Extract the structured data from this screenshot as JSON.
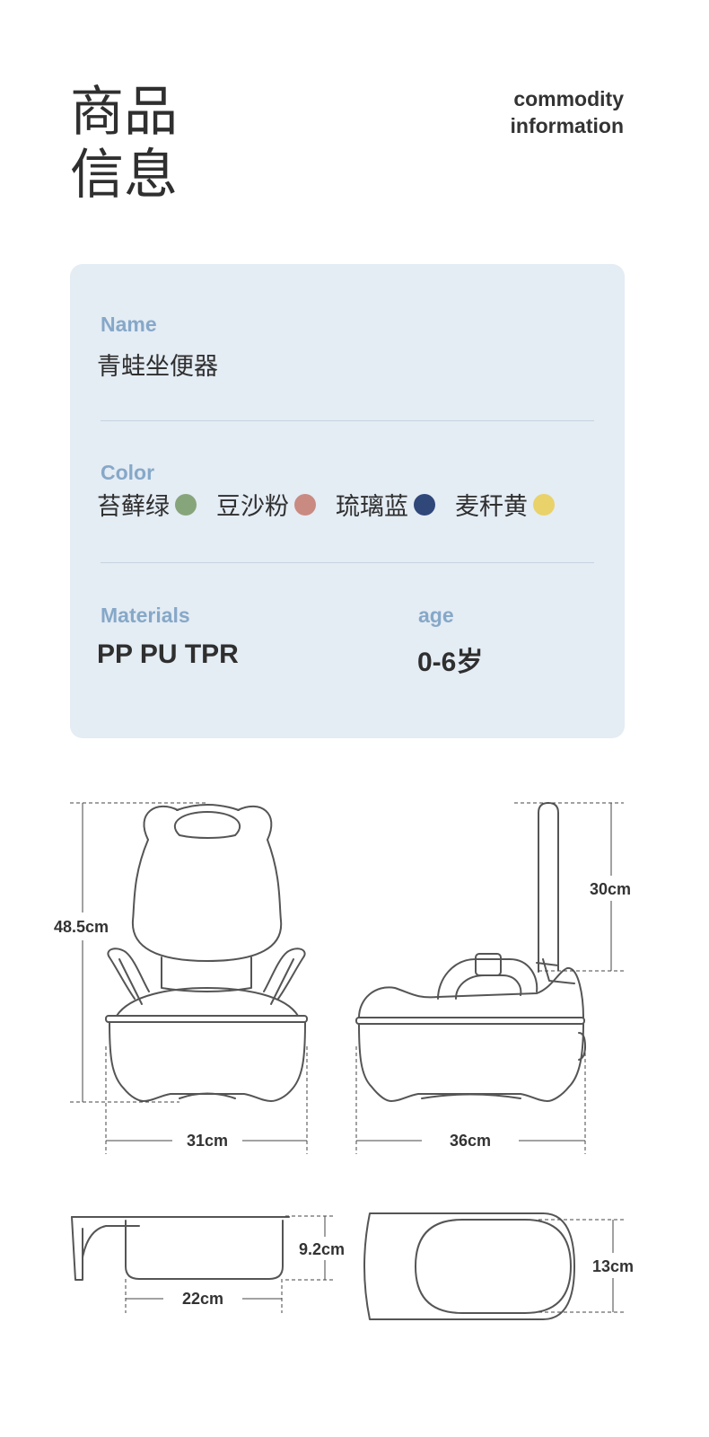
{
  "header": {
    "title_cn_line1": "商品",
    "title_cn_line2": "信息",
    "title_en_line1": "commodity",
    "title_en_line2": "information"
  },
  "card": {
    "name_label": "Name",
    "name_value": "青蛙坐便器",
    "color_label": "Color",
    "colors": [
      {
        "name": "苔藓绿",
        "hex": "#87a57b"
      },
      {
        "name": "豆沙粉",
        "hex": "#c98a82"
      },
      {
        "name": "琉璃蓝",
        "hex": "#30477a"
      },
      {
        "name": "麦秆黄",
        "hex": "#e9d269"
      }
    ],
    "materials_label": "Materials",
    "materials_value": "PP  PU  TPR",
    "age_label": "age",
    "age_value": "0-6岁"
  },
  "dimensions": {
    "front_height": "48.5cm",
    "front_width": "31cm",
    "side_back_height": "30cm",
    "side_width": "36cm",
    "bowl_height": "9.2cm",
    "bowl_width": "22cm",
    "top_depth": "13cm"
  }
}
